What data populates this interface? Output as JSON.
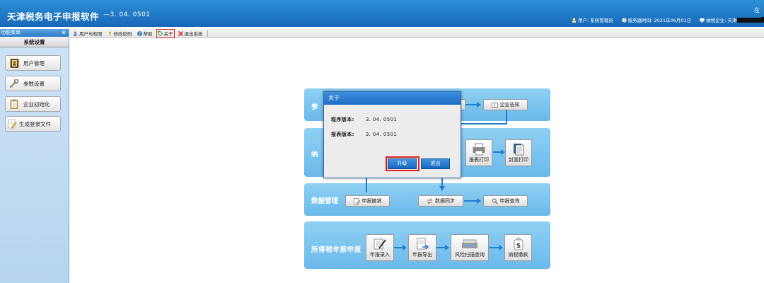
{
  "header": {
    "app_title": "天津税务电子申报软件",
    "version": "—3. 04. 0501",
    "corner_text": "在",
    "user": "用户: 系统管理员",
    "server_time": "服务器时间: 2021年06月01日",
    "taxpayer_label": "纳税企业: 天津"
  },
  "sidebar": {
    "menu_title": "功能菜单",
    "pin": "⊕",
    "section_title": "系统设置",
    "items": [
      {
        "label": "用户管理",
        "icon": "user-book-icon"
      },
      {
        "label": "参数设置",
        "icon": "wrench-icon"
      },
      {
        "label": "企业初始化",
        "icon": "clipboard-icon"
      },
      {
        "label": "生成登录文件",
        "icon": "file-pencil-icon"
      }
    ]
  },
  "toolbar": {
    "items": [
      {
        "label": "用户与权限",
        "icon": "user-icon"
      },
      {
        "label": "修改密码",
        "icon": "key-icon"
      },
      {
        "label": "帮助",
        "icon": "help-icon"
      },
      {
        "label": "关于",
        "icon": "tag-icon"
      },
      {
        "label": "退出系统",
        "icon": "close-icon"
      }
    ]
  },
  "flow": {
    "panel1_title": "参",
    "panel2_title": "纳",
    "panel3_title": "数据管理",
    "panel4_title": "所得税年报申报",
    "btn_enterprise_notice": "企业告知",
    "btn_report_print": "报表打印",
    "btn_cover_print": "封面打印",
    "btn_revoke": "申报撤销",
    "btn_sync": "数据同步",
    "btn_query": "申报查询",
    "btn_annual_entry": "年报录入",
    "btn_annual_export": "年报导出",
    "btn_risk_scan": "风险扫描查询",
    "btn_pay_tax": "纳税缴款"
  },
  "dialog": {
    "title": "关于",
    "program_version_label": "程序版本:",
    "program_version": "3. 04. 0501",
    "report_version_label": "报表版本:",
    "report_version": "3. 04. 0501",
    "upgrade_label": "升级",
    "exit_label": "退出"
  },
  "colors": {
    "header_blue": "#1768b8",
    "panel_blue": "#7cc4ee",
    "highlight_red": "#e02020",
    "dialog_button_blue": "#1f6ec4"
  }
}
